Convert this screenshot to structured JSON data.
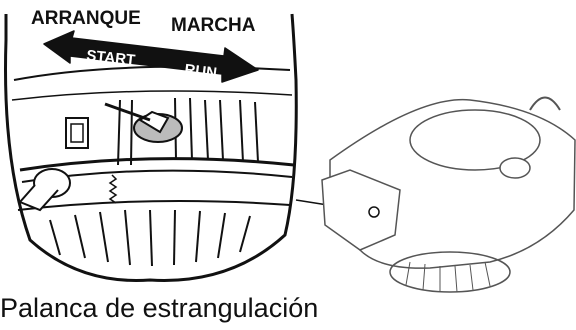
{
  "labels": {
    "arranque": "ARRANQUE",
    "marcha": "MARCHA",
    "start": "START",
    "run": "RUN"
  },
  "caption": "Palanca de estrangulación",
  "colors": {
    "ink": "#111111",
    "paper": "#ffffff",
    "line_gray": "#555555"
  }
}
